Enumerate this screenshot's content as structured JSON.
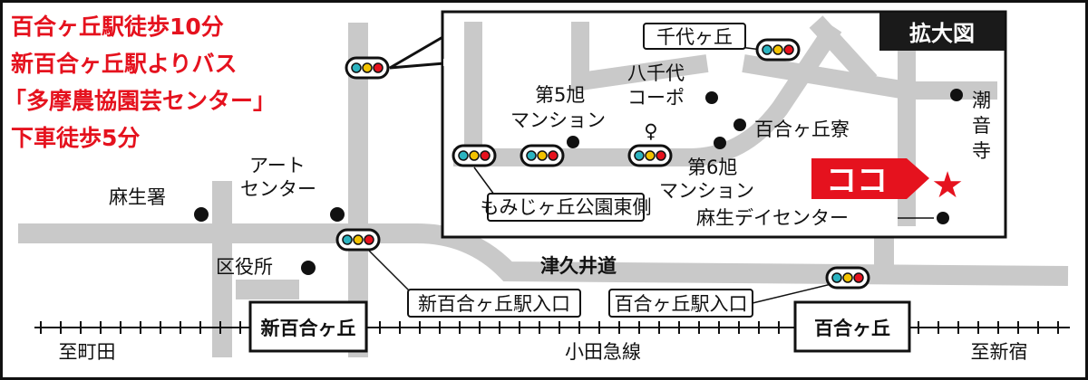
{
  "colors": {
    "road": "#c9c9c9",
    "accent": "#e5121e",
    "ink": "#111111"
  },
  "directions": {
    "lines": [
      "百合ヶ丘駅徒歩10分",
      "新百合ヶ丘駅よりバス",
      "「多摩農協園芸センター」",
      "下車徒歩5分"
    ]
  },
  "landmarks": {
    "asao_police": "麻生署",
    "art_center_1": "アート",
    "art_center_2": "センター",
    "ward_office": "区役所",
    "road_name": "津久井道",
    "stop_shinyuri": "新百合ヶ丘駅入口",
    "stop_yuri": "百合ヶ丘駅入口"
  },
  "railway": {
    "line_name": "小田急線",
    "to_west": "至町田",
    "to_east": "至新宿",
    "station_1": "新百合ヶ丘",
    "station_2": "百合ヶ丘"
  },
  "inset": {
    "title": "拡大図",
    "chiyogaoka": "千代ヶ丘",
    "yachiyo_1": "八千代",
    "yachiyo_2": "コーポ",
    "dai5_1": "第5旭",
    "dai5_2": "マンション",
    "bus_stop": "♀",
    "yurigaoka_dorm": "百合ヶ丘寮",
    "choonji": [
      "潮",
      "音",
      "寺"
    ],
    "dai6_1": "第6旭",
    "dai6_2": "マンション",
    "asao_day": "麻生デイセンター",
    "momiji": "もみじヶ丘公園東側",
    "here": "ココ",
    "star": "★"
  }
}
